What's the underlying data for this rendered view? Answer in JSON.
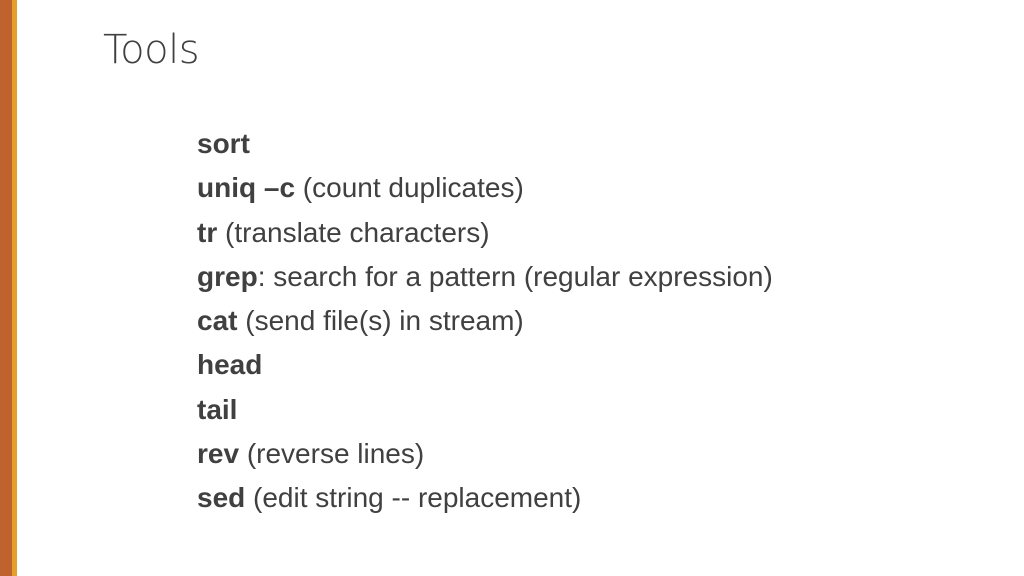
{
  "slide": {
    "title": "Tools",
    "colors": {
      "accent_outer": "#C0622E",
      "accent_inner": "#E3A12B",
      "text": "#404040"
    },
    "items": [
      {
        "command": "sort",
        "sep": "",
        "desc": ""
      },
      {
        "command": "uniq –c",
        "sep": " ",
        "desc": "(count duplicates)"
      },
      {
        "command": "tr",
        "sep": " ",
        "desc": "(translate characters)"
      },
      {
        "command": "grep",
        "sep": ": ",
        "desc": "search for a pattern (regular expression)"
      },
      {
        "command": "cat",
        "sep": " ",
        "desc": "(send file(s) in stream)"
      },
      {
        "command": "head",
        "sep": "",
        "desc": ""
      },
      {
        "command": "tail",
        "sep": "",
        "desc": ""
      },
      {
        "command": "rev",
        "sep": " ",
        "desc": "(reverse lines)"
      },
      {
        "command": "sed",
        "sep": " ",
        "desc": "(edit string -- replacement)"
      }
    ]
  }
}
